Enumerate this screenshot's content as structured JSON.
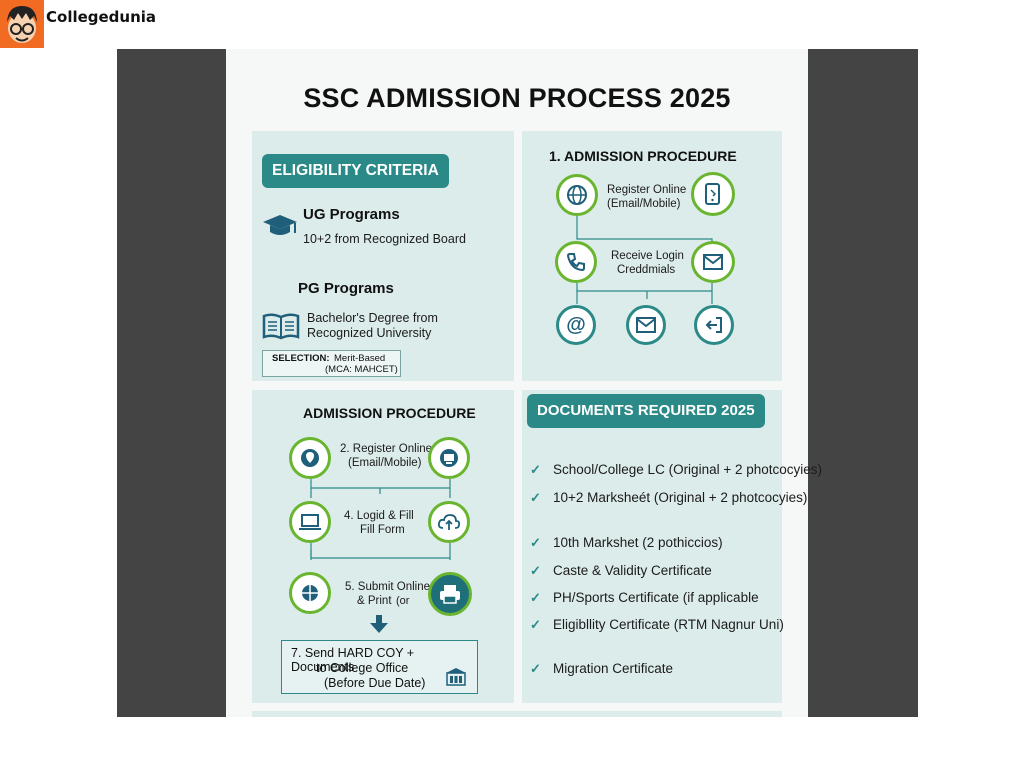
{
  "brand": {
    "name": "Collegedunia"
  },
  "poster": {
    "title": "SSC ADMISSION PROCESS 2025",
    "eligibility": {
      "header": "ELIGIBILITY CRITERIA",
      "ug_title": "UG Programs",
      "ug_text": "10+2 from Recognized Board",
      "pg_title": "PG Programs",
      "pg_text_1": "Bachelor's Degree from",
      "pg_text_2": "Recognized University",
      "selection_label": "SELECTION:",
      "selection_value": "Merit-Based",
      "selection_note": "(MCA: MAHCET)"
    },
    "procedure1": {
      "title": "1.  ADMISSION PROCEDURE",
      "step_a_1": "Register Online",
      "step_a_2": "(Email/Mobile)",
      "step_b_1": "Receive Login",
      "step_b_2": "Creddmials"
    },
    "procedure2": {
      "title": "ADMISSION PROCEDURE",
      "step2_1": "2. Register Online",
      "step2_2": "(Email/Mobile)",
      "step4_1": "4. Logid & Fill",
      "step4_2": "Fill Form",
      "step5_1": "5. Submit Online",
      "step5_2": "& Print",
      "step5_3": "(or",
      "step7_1": "7. Send HARD COY + Documents",
      "step7_2": "to College Office",
      "step7_3": "(Before Due Date)"
    },
    "documents": {
      "header": "DOCUMENTS REQUIRED 2025",
      "items": [
        "School/College LC (Original + 2 photcocyies)",
        "10+2 Marksheét (Original + 2 photcocyies)",
        "10th Markshet (2 pothiccios)",
        "Caste & Validity Certificate",
        "PH/Sports Certificate (if applicable",
        "Eligibllity Certificate (RTM Nagnur Uni)",
        "Migration Certificate"
      ]
    }
  },
  "icons": [
    "avatar-logo-icon",
    "graduation-cap-icon",
    "open-book-icon",
    "globe-icon",
    "phone-icon",
    "mail-icon",
    "at-icon",
    "login-icon",
    "location-icon",
    "printer-icon",
    "laptop-icon",
    "cloud-upload-icon",
    "crosshair-icon",
    "down-arrow-icon",
    "building-icon",
    "check-icon"
  ],
  "colors": {
    "accent": "#2b8a88",
    "green": "#6ab52f",
    "brand": "#f26b22",
    "frame": "#444444"
  }
}
